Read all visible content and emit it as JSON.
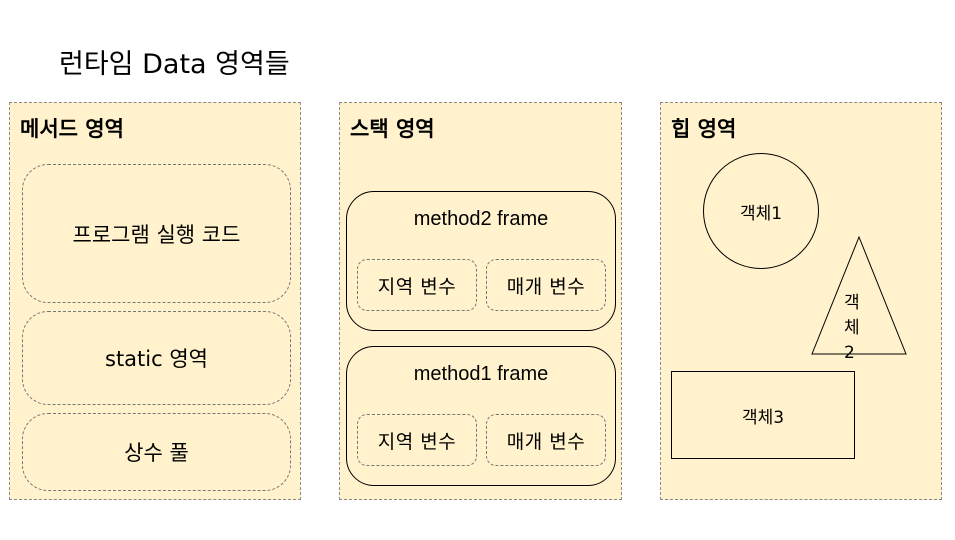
{
  "title": "런타임 Data 영역들",
  "method_area": {
    "title": "메서드 영역",
    "items": [
      "프로그램 실행 코드",
      "static 영역",
      "상수 풀"
    ]
  },
  "stack_area": {
    "title": "스택 영역",
    "frames": [
      {
        "label": "method2 frame",
        "local_var": "지역 변수",
        "param": "매개 변수"
      },
      {
        "label": "method1 frame",
        "local_var": "지역 변수",
        "param": "매개 변수"
      }
    ]
  },
  "heap_area": {
    "title": "힙 영역",
    "objects": [
      "객체1",
      "객체2",
      "객체3"
    ],
    "object2_lines": [
      "객",
      "체",
      "2"
    ]
  },
  "colors": {
    "panel_fill": "#fff2cc",
    "border": "#888888"
  }
}
